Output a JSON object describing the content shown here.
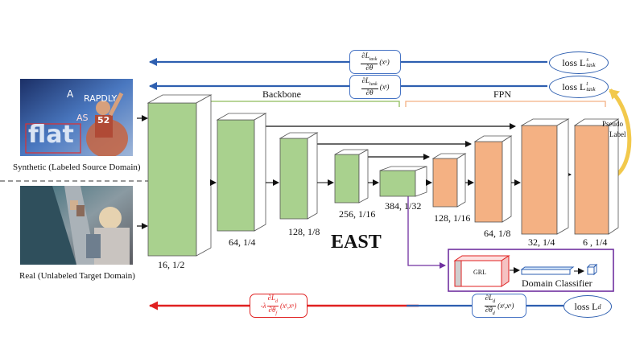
{
  "title": "EAST",
  "sections": {
    "backbone": "Backbone",
    "fpn": "FPN"
  },
  "inputs": {
    "synthetic_caption": "Synthetic (Labeled Source Domain)",
    "real_caption": "Real (Unlabeled Target Domain)",
    "synthetic_words": [
      "A",
      "RAPDLY",
      "AS",
      "52",
      "flat"
    ]
  },
  "backbone_labels": [
    "16, 1/2",
    "64, 1/4",
    "128, 1/8",
    "256, 1/16",
    "384, 1/32"
  ],
  "fpn_labels": [
    "128, 1/16",
    "64, 1/8",
    "32, 1/4",
    "6 , 1/4"
  ],
  "losses": {
    "source_task": "loss L",
    "source_task_sup": "s",
    "source_task_sub": "task",
    "target_task": "loss L",
    "target_task_sup": "t",
    "target_task_sub": "task",
    "domain": "loss L",
    "domain_sub": "d"
  },
  "formulas": {
    "grad_source_num": "∂L",
    "grad_source_sub": "task",
    "grad_source_den": "∂θ",
    "grad_source_arg": "(x",
    "grad_source_arg_sup": "s",
    "grad_target_num": "∂L",
    "grad_target_sub": "task",
    "grad_target_den": "∂θ",
    "grad_target_arg": "(x",
    "grad_target_arg_sup": "t",
    "grad_domain_num": "∂L",
    "grad_domain_sub": "d",
    "grad_domain_den": "∂θ",
    "grad_domain_den_sub": "d",
    "grad_domain_arg": "(x",
    "grad_domain_arg_sup": "t",
    "grad_domain_arg2": "x",
    "grad_domain_arg2_sup": "s",
    "reversed_prefix": "-λ",
    "reversed_num": "∂L",
    "reversed_num_sub": "d",
    "reversed_den": "∂θ",
    "reversed_den_sub": "f",
    "reversed_arg": "(x",
    "reversed_arg_sup": "t",
    "reversed_arg2": "x",
    "reversed_arg2_sup": "s"
  },
  "domain_branch": {
    "grl": "GRL",
    "classifier": "Domain Classifier"
  },
  "pseudo_label": [
    "Pseudo",
    "Label"
  ],
  "colors": {
    "backbone_green": "#a9d18e",
    "fpn_orange": "#f4b183",
    "blue_arrow": "#2e5fb0",
    "red_arrow": "#e02020",
    "bracket_green": "#8fbc5a",
    "bracket_orange": "#f4b183",
    "purple": "#7030a0",
    "pseudo_arrow": "#f2c94c"
  }
}
